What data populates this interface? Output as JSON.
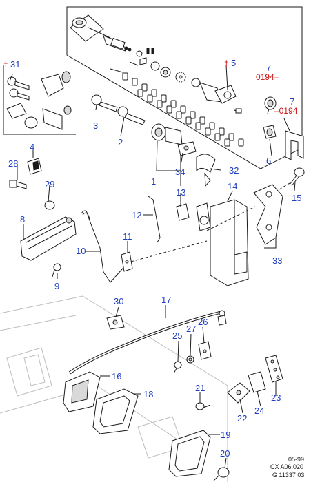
{
  "callouts": {
    "c1": "1",
    "c2": "2",
    "c3": "3",
    "c4": "4",
    "c5": "5",
    "c6": "6",
    "c7a": "7",
    "c7b": "7",
    "c8": "8",
    "c9": "9",
    "c10": "10",
    "c11": "11",
    "c12": "12",
    "c13": "13",
    "c14": "14",
    "c15": "15",
    "c16": "16",
    "c17": "17",
    "c18": "18",
    "c19": "19",
    "c20": "20",
    "c21": "21",
    "c22": "22",
    "c23": "23",
    "c24": "24",
    "c25": "25",
    "c26": "26",
    "c27": "27",
    "c28": "28",
    "c29": "29",
    "c30": "30",
    "c31": "31",
    "c32": "32",
    "c33": "33",
    "c34": "34"
  },
  "notes": {
    "n31": "†31",
    "n5": "†5",
    "n0194a": "0194–",
    "n0194b": "–0194"
  },
  "footer": {
    "date": "05-99",
    "code1": "CX A06.020",
    "code2": "G 11337 03"
  },
  "colors": {
    "callout": "#1f3fbf",
    "note": "#cc1111",
    "line": "#1a1a1a"
  }
}
